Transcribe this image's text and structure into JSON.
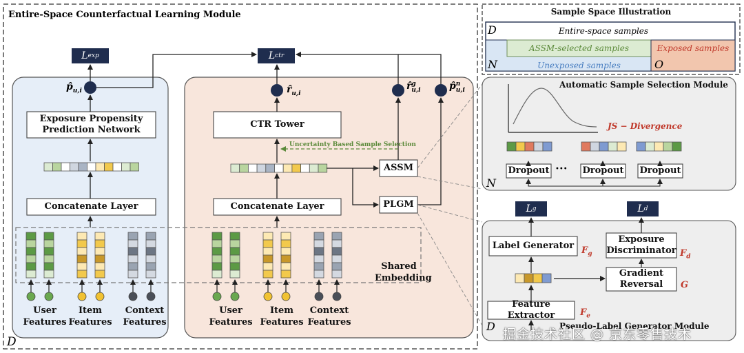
{
  "module_title": "Entire-Space Counterfactual Learning Module",
  "left_panel": {
    "loss": "L",
    "loss_sub": "exp",
    "output": "p̂",
    "output_sub": "u,i",
    "network_label": "Exposure Propensity Prediction Network",
    "concat_label": "Concatenate Layer"
  },
  "middle_panel": {
    "loss": "L",
    "loss_sub": "ctr",
    "out_r": "r̂",
    "out_r_sub": "u,i",
    "out_g": "r̂",
    "out_g_sup": "g",
    "out_g_sub": "u,i",
    "out_n": "p̂",
    "out_n_sup": "n",
    "out_n_sub": "u,i",
    "tower_label": "CTR Tower",
    "uncertainty_label": "Uncertainty Based Sample Selection",
    "concat_label": "Concatenate Layer",
    "assm_label": "ASSM",
    "plgm_label": "PLGM"
  },
  "shared_embedding": {
    "line1": "Shared",
    "line2": "Embedding"
  },
  "features": [
    {
      "line1": "User",
      "line2": "Features"
    },
    {
      "line1": "Item",
      "line2": "Features"
    },
    {
      "line1": "Context",
      "line2": "Features"
    }
  ],
  "sample_space": {
    "title": "Sample Space Illustration",
    "entire": "Entire-space samples",
    "assm": "ASSM-selected samples",
    "exposed": "Exposed samples",
    "unexposed": "Unexposed samples",
    "d": "D",
    "n": "N",
    "o": "O"
  },
  "assm_module": {
    "title": "Automatic Sample Selection Module",
    "js": "JS − Divergence",
    "dropout": "Dropout",
    "dots": "•••",
    "n": "N"
  },
  "plgm_module": {
    "title": "Pseudo-Label Generator Module",
    "lg": "L",
    "lg_sub": "g",
    "ld": "L",
    "ld_sub": "d",
    "label_generator": "Label Generator",
    "fg": "F",
    "fg_sub": "g",
    "exposure_discriminator": "Exposure Discriminator",
    "fd": "F",
    "fd_sub": "d",
    "gradient_reversal": "Gradient Reversal",
    "g": "G",
    "feature_extractor": "Feature Extractor",
    "fe": "F",
    "fe_sub": "e",
    "d": "D"
  },
  "bottom_d": "D",
  "watermark": "掘金技术社区 @ 京东零售技术",
  "colors": {
    "left_bg": "#e6eef8",
    "mid_bg": "#f8e6dc",
    "loss_bg": "#1f2d4e",
    "node": "#1f2d4e",
    "green_strip": "#d7e8cc",
    "exposed_bg": "#f2c6ae",
    "unexposed_bg": "#d9e6f4",
    "accent_red": "#c0392b"
  }
}
